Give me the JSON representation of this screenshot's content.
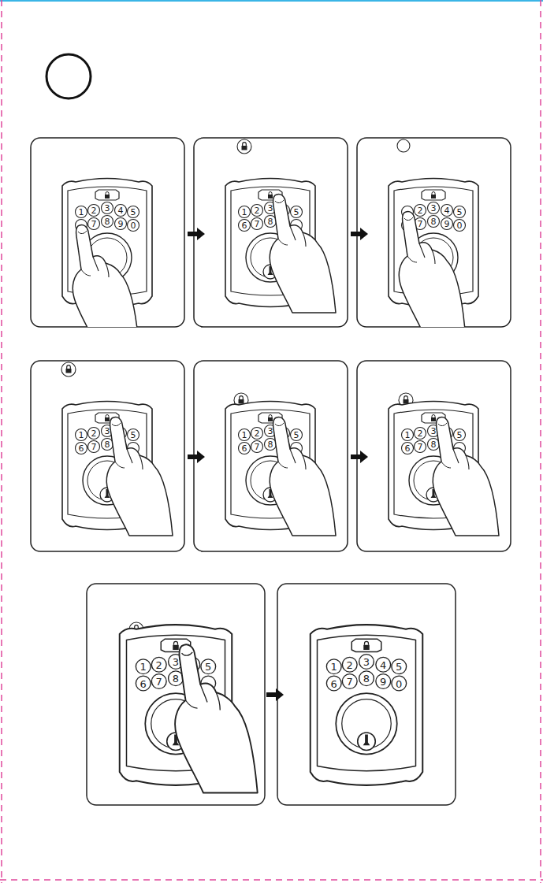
{
  "diagram": {
    "labels": [
      "1",
      "2",
      "3",
      "4",
      "5",
      "7",
      "8",
      "9",
      "0",
      "1",
      "2",
      "3",
      "5",
      "6",
      "7",
      "8",
      "2",
      "3",
      "4",
      "5",
      "7",
      "8",
      "9",
      "0",
      "1",
      "2",
      "3",
      "5",
      "6",
      "7",
      "8",
      "1",
      "2",
      "3",
      "5",
      "6",
      "7",
      "8",
      "1",
      "2",
      "3",
      "5",
      "6",
      "7",
      "8",
      "1",
      "2",
      "3",
      "5",
      "6",
      "7",
      "8",
      "1",
      "2",
      "3",
      "4",
      "5",
      "6",
      "7",
      "8",
      "9",
      "0"
    ]
  }
}
